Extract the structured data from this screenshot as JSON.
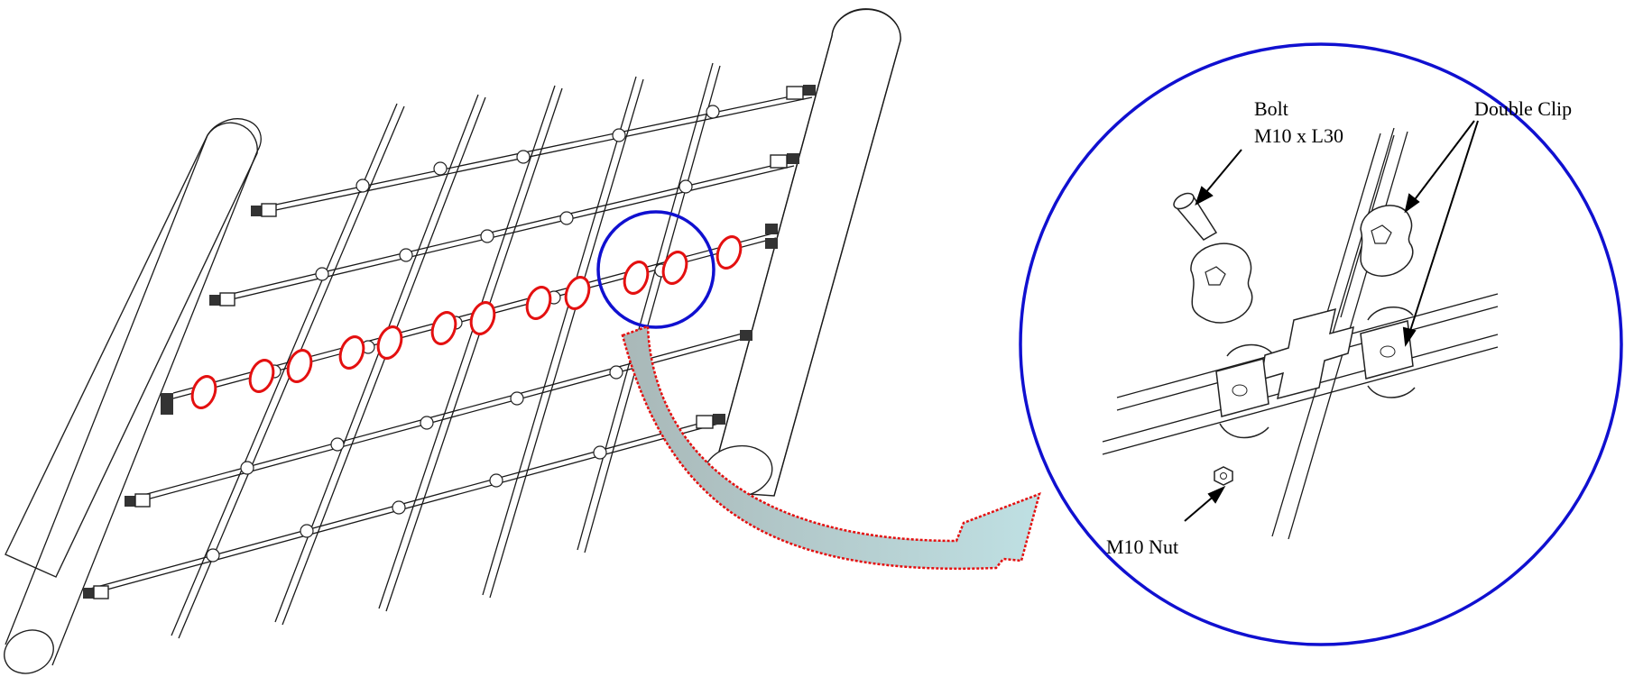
{
  "labels": {
    "bolt": "Bolt",
    "bolt_size": "M10 x L30",
    "double_clip": "Double Clip",
    "nut": "M10 Nut"
  },
  "colors": {
    "detail_circle": "#1010d0",
    "highlight_clips": "#e41010",
    "arrow_fill": "#b9dcdf",
    "arrow_outline": "#e41010",
    "arrow_fill_top": "#a9b8b8"
  },
  "components": [
    "bolt-icon",
    "double-clip-icon",
    "nut-icon",
    "cable-net",
    "support-pipe"
  ]
}
